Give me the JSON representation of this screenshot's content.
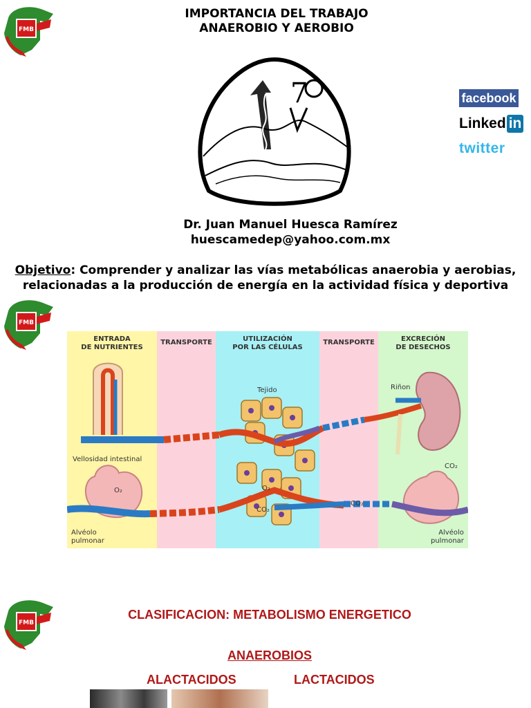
{
  "header": {
    "title_line1": "IMPORTANCIA DEL TRABAJO",
    "title_line2": "ANAEROBIO Y AEROBIO"
  },
  "logo": {
    "text": "FMB"
  },
  "author": {
    "name": "Dr. Juan Manuel Huesca Ramírez",
    "email": "huescamedep@yahoo.com.mx"
  },
  "social": {
    "facebook": "facebook",
    "linkedin_text": "Linked",
    "linkedin_badge": "in",
    "twitter": "twitter"
  },
  "objective": {
    "label": "Objetivo",
    "line1": ": Comprender y analizar las vías metabólicas anaerobia y aerobias,",
    "line2": "relacionadas a la producción de energía en la actividad física y deportiva"
  },
  "diagram": {
    "columns": [
      {
        "line1": "ENTRADA",
        "line2": "DE NUTRIENTES",
        "color": "#fff6a8"
      },
      {
        "line1": "TRANSPORTE",
        "line2": "",
        "color": "#fcd3dd"
      },
      {
        "line1": "UTILIZACIÓN",
        "line2": "POR LAS CÉLULAS",
        "color": "#a7f0f5"
      },
      {
        "line1": "TRANSPORTE",
        "line2": "",
        "color": "#fcd3dd"
      },
      {
        "line1": "EXCRECIÓN",
        "line2": "DE DESECHOS",
        "color": "#d4f7cc"
      }
    ],
    "labels": {
      "tejido": "Tejido",
      "rinon": "Riñon",
      "vellosidad": "Vellosidad intestinal",
      "alveolo_left_1": "Alvéolo",
      "alveolo_left_2": "pulmonar",
      "alveolo_right_1": "Alvéolo",
      "alveolo_right_2": "pulmonar",
      "o2": "O₂",
      "co2": "CO₂"
    }
  },
  "classification": {
    "title": "CLASIFICACION: METABOLISMO ENERGETICO",
    "subtitle": "ANAEROBIOS",
    "left": "ALACTACIDOS",
    "right": "LACTACIDOS"
  },
  "colors": {
    "accent_red": "#b01818",
    "logo_green": "#2e8b2e",
    "logo_red": "#d21a1a"
  }
}
